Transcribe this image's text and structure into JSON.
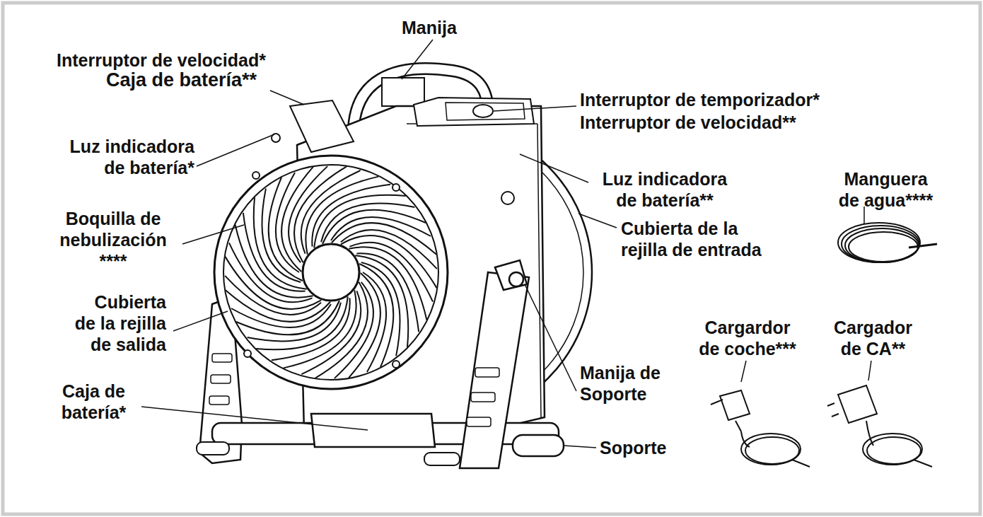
{
  "diagram": {
    "labels": [
      "Interruptor de velocidad*",
      "Caja de batería**",
      "Manija",
      "Interruptor de temporizador*",
      "Interruptor de velocidad**",
      "Luz indicadora de batería*",
      "Luz indicadora de batería**",
      "Manguera de agua****",
      "Boquilla de nebulización ****",
      "Cubierta de la rejilla de entrada",
      "Cubierta de la rejilla de salida",
      "Cargardor de coche***",
      "Cargador de CA**",
      "Manija de Soporte",
      "Caja de batería*",
      "Soporte"
    ]
  }
}
